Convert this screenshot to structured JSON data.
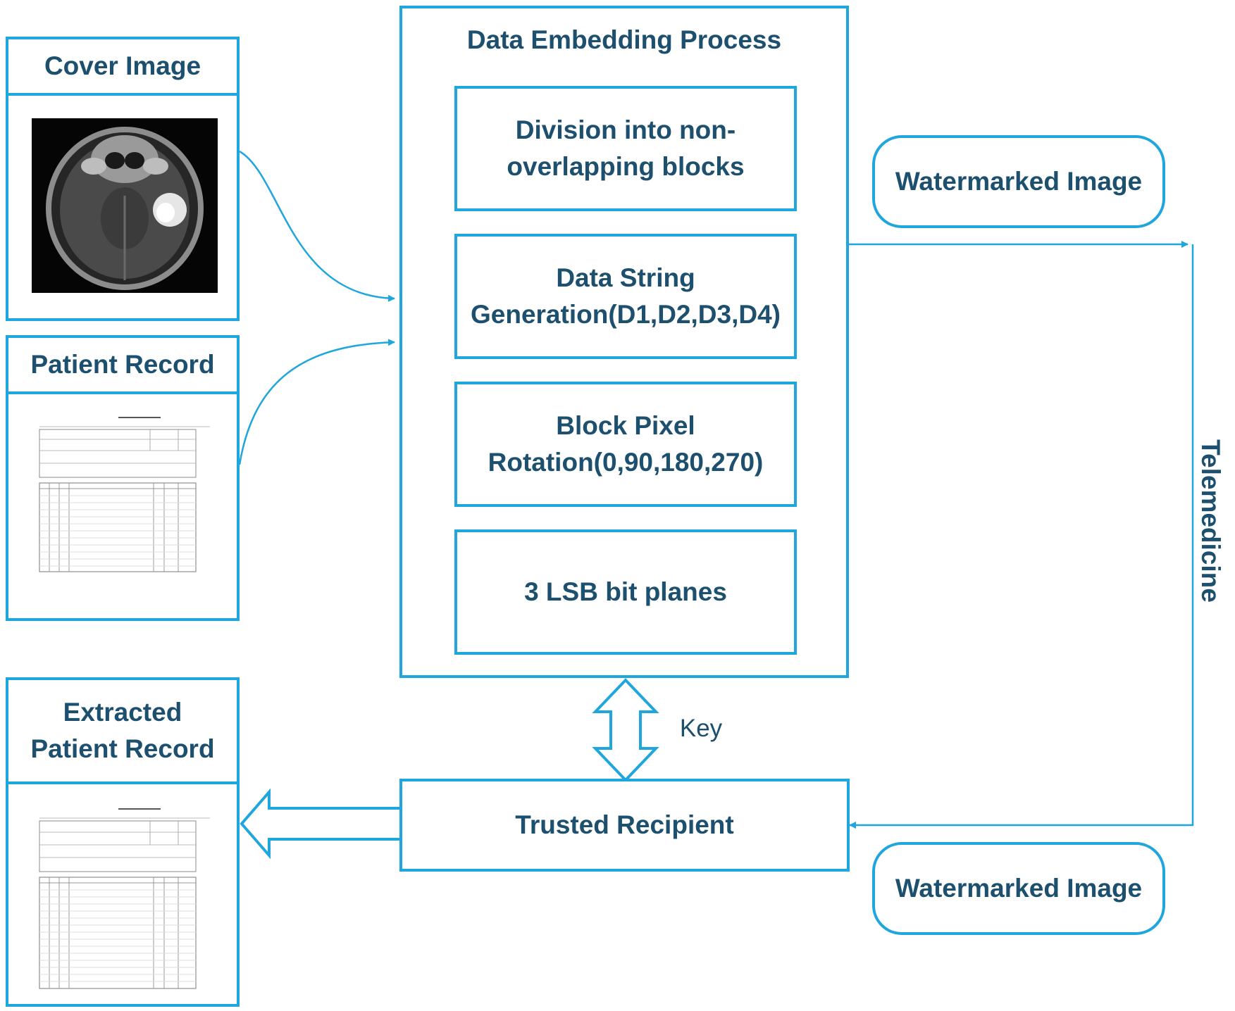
{
  "inputs": {
    "cover_image": {
      "title": "Cover Image"
    },
    "patient_record": {
      "title": "Patient Record"
    }
  },
  "process": {
    "title": "Data Embedding Process",
    "steps": [
      "Division into non-overlapping blocks",
      "Data String Generation(D1,D2,D3,D4)",
      "Block Pixel Rotation(0,90,180,270)",
      "3 LSB bit planes"
    ]
  },
  "outputs": {
    "watermarked_top": "Watermarked Image",
    "watermarked_bottom": "Watermarked Image",
    "channel": "Telemedicine",
    "key": "Key",
    "recipient": "Trusted Recipient",
    "extracted": "Extracted Patient Record"
  },
  "colors": {
    "accent": "#1fa6dc",
    "text": "#1d4f6e"
  }
}
